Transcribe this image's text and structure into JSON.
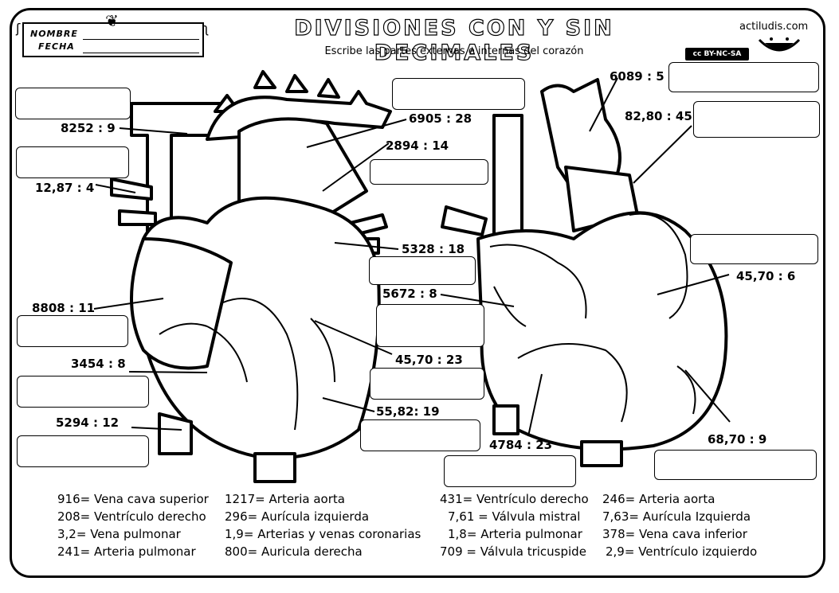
{
  "header": {
    "title": "DIVISIONES CON Y SIN DECIMALES",
    "subtitle": "Escribe las partes externas e internas del corazón",
    "name_label": "NOMBRE",
    "date_label": "FECHA",
    "site": "actiludis.com",
    "license": "BY-NC-SA",
    "cc_symbol": "cc"
  },
  "operations": [
    {
      "text": "8252 : 9"
    },
    {
      "text": "12,87 : 4"
    },
    {
      "text": "8808 : 11"
    },
    {
      "text": "3454 : 8"
    },
    {
      "text": "5294  : 12"
    },
    {
      "text": "6905 : 28"
    },
    {
      "text": "2894 : 14"
    },
    {
      "text": "5328 : 18"
    },
    {
      "text": "5672 : 8"
    },
    {
      "text": "45,70 : 23"
    },
    {
      "text": "55,82: 19"
    },
    {
      "text": "6089 : 5"
    },
    {
      "text": "82,80 : 45"
    },
    {
      "text": "45,70 : 6"
    },
    {
      "text": "4784 : 23"
    },
    {
      "text": "68,70 : 9"
    }
  ],
  "legend": [
    "916= Vena cava superior",
    "208= Ventrículo derecho",
    "3,2= Vena pulmonar",
    "241= Arteria pulmonar",
    "1217= Arteria aorta",
    "296= Aurícula izquierda",
    "1,9= Arterias y venas coronarias",
    "800= Auricula derecha",
    "431= Ventrículo derecho",
    "7,61 = Válvula mistral",
    "1,8= Arteria pulmonar",
    "709 = Válvula tricuspide",
    "246= Arteria aorta",
    "7,63= Aurícula Izquierda",
    "378= Vena cava inferior",
    "2,9= Ventrículo izquierdo"
  ]
}
